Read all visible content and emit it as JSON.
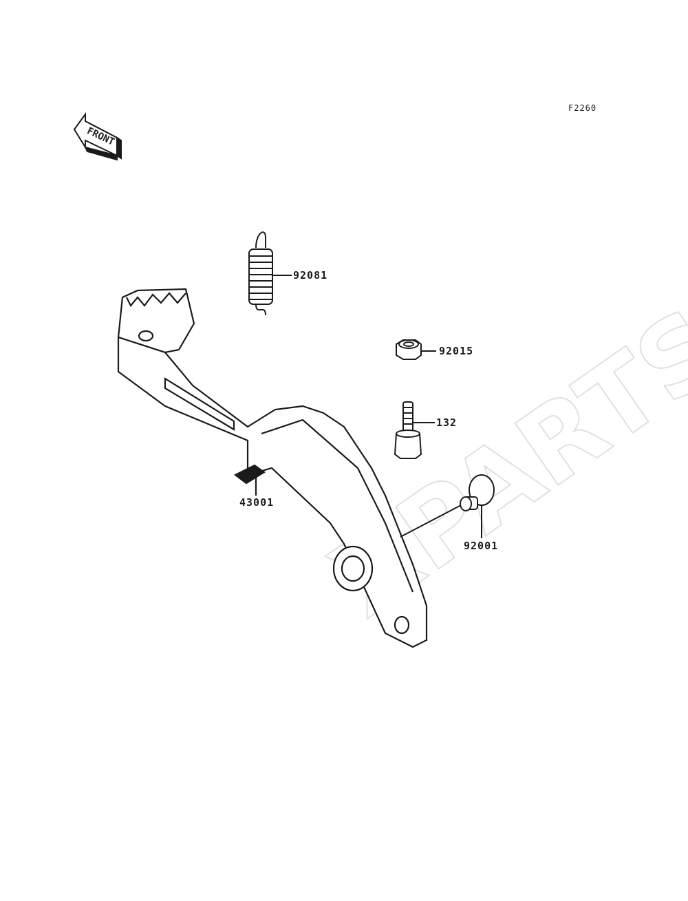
{
  "diagram": {
    "code": "F2260",
    "front_label": "FRONT",
    "watermark": "XPARTS",
    "parts": [
      {
        "number": "92081"
      },
      {
        "number": "92015"
      },
      {
        "number": "132"
      },
      {
        "number": "43001"
      },
      {
        "number": "92001"
      }
    ]
  }
}
